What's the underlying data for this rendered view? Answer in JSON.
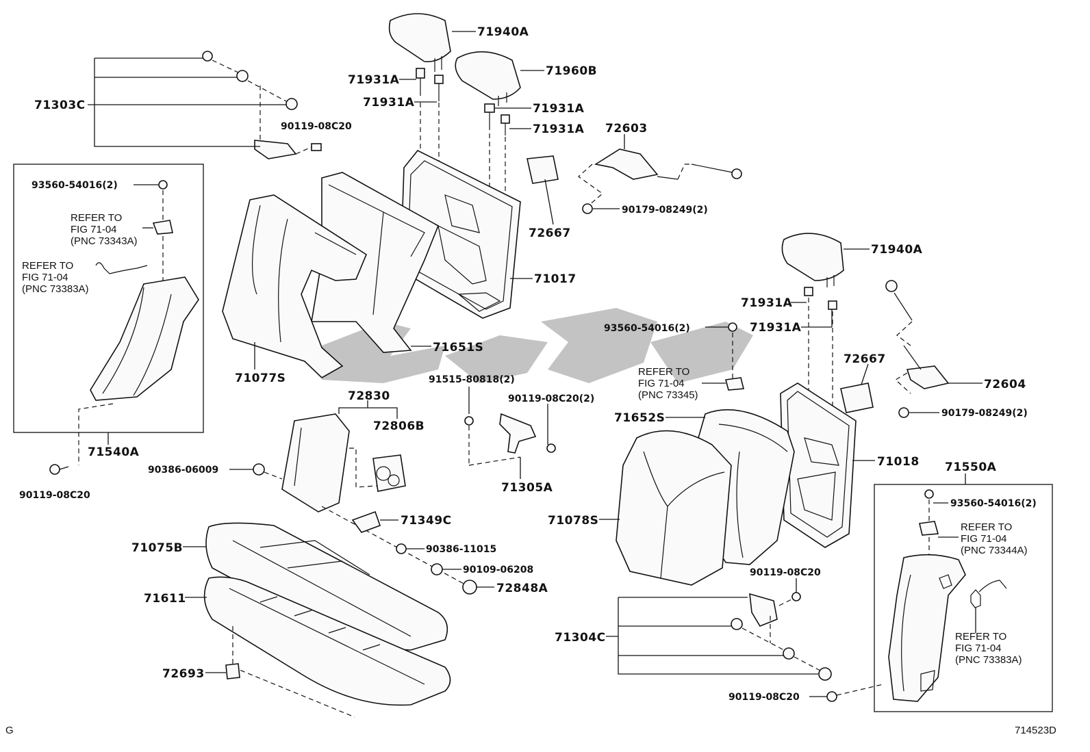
{
  "corner_left": "G",
  "corner_right": "714523D",
  "parts": {
    "p71940A_top": "71940A",
    "p71960B": "71960B",
    "p71931A_1": "71931A",
    "p71931A_2": "71931A",
    "p71931A_3": "71931A",
    "p71931A_4": "71931A",
    "p71303C": "71303C",
    "p90119_a": "90119-08C20",
    "p72603": "72603",
    "p90179_a": "90179-08249(2)",
    "p72667_a": "72667",
    "p71017": "71017",
    "p93560_a": "93560-54016(2)",
    "p71651S": "71651S",
    "p71077S": "71077S",
    "p71540A": "71540A",
    "p90119_b": "90119-08C20",
    "p72830": "72830",
    "p72806B": "72806B",
    "p90386_06009": "90386-06009",
    "p91515": "91515-80818(2)",
    "p90119_c": "90119-08C20(2)",
    "p71305A": "71305A",
    "p71349C": "71349C",
    "p71075B": "71075B",
    "p90386_11015": "90386-11015",
    "p90109": "90109-06208",
    "p72848A": "72848A",
    "p71611": "71611",
    "p72693": "72693",
    "p71940A_right": "71940A",
    "p71931A_5": "71931A",
    "p71931A_6": "71931A",
    "p93560_b": "93560-54016(2)",
    "p72667_b": "72667",
    "p72604": "72604",
    "p90179_b": "90179-08249(2)",
    "p71652S": "71652S",
    "p71018": "71018",
    "p71550A": "71550A",
    "p93560_c": "93560-54016(2)",
    "p71078S": "71078S",
    "p90119_d": "90119-08C20",
    "p71304C": "71304C",
    "p90119_e": "90119-08C20"
  },
  "refs": {
    "ref1": [
      "REFER TO",
      "FIG 71-04",
      "(PNC 73343A)"
    ],
    "ref2": [
      "REFER TO",
      "FIG 71-04",
      "(PNC 73383A)"
    ],
    "ref3": [
      "REFER TO",
      "FIG 71-04",
      "(PNC 73345)"
    ],
    "ref4": [
      "REFER TO",
      "FIG 71-04",
      "(PNC 73344A)"
    ],
    "ref5": [
      "REFER TO",
      "FIG 71-04",
      "(PNC 73383A)"
    ]
  }
}
